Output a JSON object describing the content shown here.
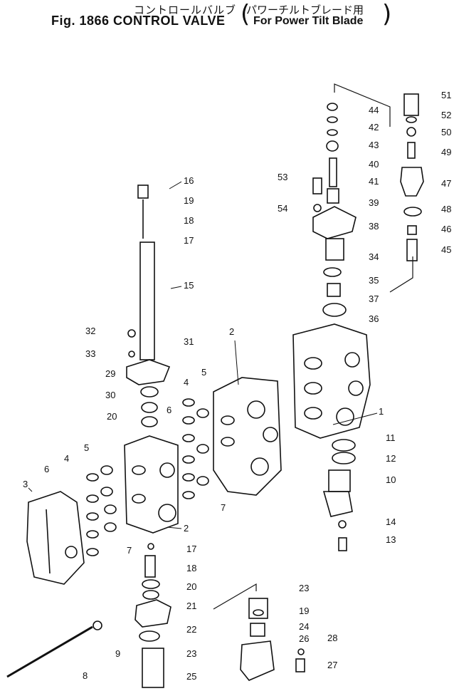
{
  "title": {
    "jp": "コントロールバルブ",
    "en": "Fig. 1866 CONTROL VALVE",
    "sub_jp": "パワーチルトブレード用",
    "sub_en": "For Power Tilt Blade"
  },
  "callouts": [
    "1",
    "2",
    "2",
    "3",
    "4",
    "4",
    "5",
    "5",
    "6",
    "6",
    "7",
    "7",
    "8",
    "9",
    "10",
    "11",
    "12",
    "13",
    "14",
    "15",
    "16",
    "17",
    "17",
    "18",
    "18",
    "19",
    "19",
    "20",
    "20",
    "21",
    "22",
    "23",
    "23",
    "24",
    "25",
    "26",
    "27",
    "28",
    "29",
    "30",
    "31",
    "32",
    "33",
    "34",
    "35",
    "36",
    "37",
    "38",
    "39",
    "40",
    "41",
    "42",
    "43",
    "44",
    "45",
    "46",
    "47",
    "48",
    "49",
    "50",
    "51",
    "52",
    "53",
    "54"
  ]
}
